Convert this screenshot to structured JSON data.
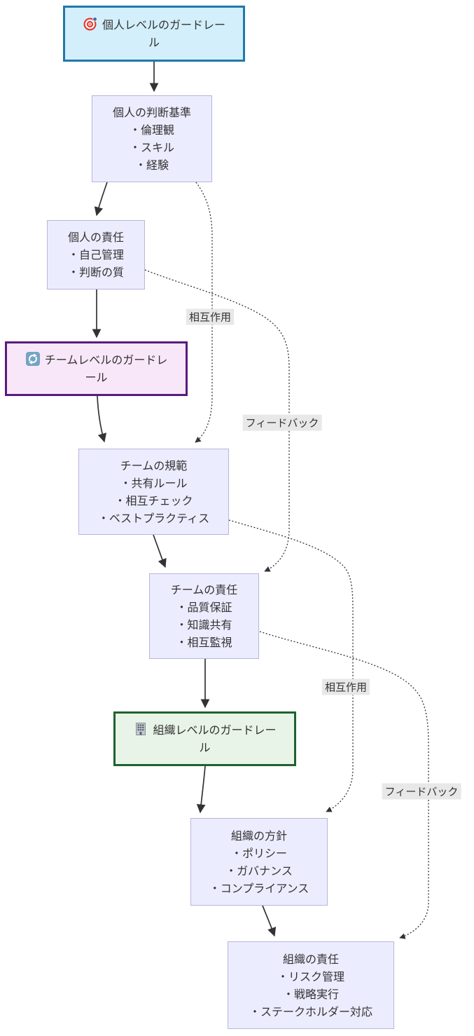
{
  "diagram": {
    "type": "flowchart",
    "nodes": [
      {
        "id": "personal-guardrail",
        "label": "個人レベルのガードレール",
        "icon": "target-icon",
        "kind": "header"
      },
      {
        "id": "personal-criteria",
        "title": "個人の判断基準",
        "items": [
          "・倫理観",
          "・スキル",
          "・経験"
        ]
      },
      {
        "id": "personal-responsibility",
        "title": "個人の責任",
        "items": [
          "・自己管理",
          "・判断の質"
        ]
      },
      {
        "id": "team-guardrail",
        "label": "チームレベルのガードレール",
        "icon": "refresh-icon",
        "kind": "header"
      },
      {
        "id": "team-norms",
        "title": "チームの規範",
        "items": [
          "・共有ルール",
          "・相互チェック",
          "・ベストプラクティス"
        ]
      },
      {
        "id": "team-responsibility",
        "title": "チームの責任",
        "items": [
          "・品質保証",
          "・知識共有",
          "・相互監視"
        ]
      },
      {
        "id": "org-guardrail",
        "label": "組織レベルのガードレール",
        "icon": "building-icon",
        "kind": "header"
      },
      {
        "id": "org-policy",
        "title": "組織の方針",
        "items": [
          "・ポリシー",
          "・ガバナンス",
          "・コンプライアンス"
        ]
      },
      {
        "id": "org-responsibility",
        "title": "組織の責任",
        "items": [
          "・リスク管理",
          "・戦略実行",
          "・ステークホルダー対応"
        ]
      }
    ],
    "edge_labels": [
      {
        "text": "相互作用"
      },
      {
        "text": "フィードバック"
      },
      {
        "text": "相互作用"
      },
      {
        "text": "フィードバック"
      }
    ],
    "edges": [
      {
        "from": "personal-guardrail",
        "to": "personal-criteria",
        "style": "solid"
      },
      {
        "from": "personal-criteria",
        "to": "personal-responsibility",
        "style": "solid"
      },
      {
        "from": "personal-responsibility",
        "to": "team-guardrail",
        "style": "solid"
      },
      {
        "from": "team-guardrail",
        "to": "team-norms",
        "style": "solid"
      },
      {
        "from": "team-norms",
        "to": "team-responsibility",
        "style": "solid"
      },
      {
        "from": "team-responsibility",
        "to": "org-guardrail",
        "style": "solid"
      },
      {
        "from": "org-guardrail",
        "to": "org-policy",
        "style": "solid"
      },
      {
        "from": "org-policy",
        "to": "org-responsibility",
        "style": "solid"
      },
      {
        "from": "personal-criteria",
        "to": "team-norms",
        "style": "dotted",
        "label": "相互作用"
      },
      {
        "from": "personal-responsibility",
        "to": "team-responsibility",
        "style": "dotted",
        "label": "フィードバック"
      },
      {
        "from": "team-norms",
        "to": "org-policy",
        "style": "dotted",
        "label": "相互作用"
      },
      {
        "from": "team-responsibility",
        "to": "org-responsibility",
        "style": "dotted",
        "label": "フィードバック"
      }
    ],
    "colors": {
      "node_default_fill": "#ececff",
      "node_default_border": "#b6b6da",
      "personal_fill": "#d3effb",
      "personal_border": "#2178ab",
      "team_fill": "#f8e7f8",
      "team_border": "#5a1b7e",
      "org_fill": "#e8f4e8",
      "org_border": "#20612f",
      "edge": "#333333",
      "edge_label_bg": "#e8e8e8",
      "text": "#333333"
    }
  }
}
